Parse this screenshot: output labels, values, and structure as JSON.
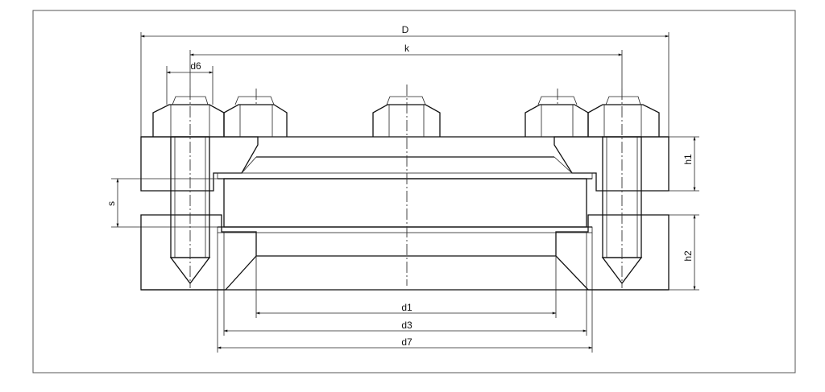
{
  "drawing": {
    "title": "",
    "dimensions": {
      "D": "D",
      "k": "k",
      "d6": "d6",
      "s": "s",
      "h1": "h1",
      "h2": "h2",
      "d1": "d1",
      "d3": "d3",
      "d7": "d7"
    }
  }
}
